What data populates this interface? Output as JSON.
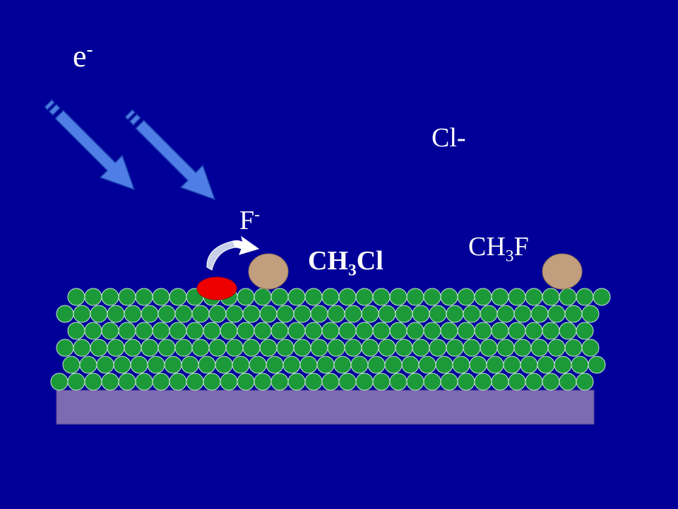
{
  "colors": {
    "background": "#000099",
    "text": "#ffffff",
    "arrow_fill": "#4f7ee6",
    "arrow_stroke": "#1a3fae",
    "atom_fill": "#1c9a3a",
    "atom_stroke": "#c8e8d0",
    "substrate": "#7e6ab2",
    "adsorbate_tan": "#c19e7e",
    "fluoride_red": "#ee0000"
  },
  "labels": {
    "electron": {
      "base": "e",
      "sup": "-"
    },
    "chloride_ion": "Cl-",
    "fluoride_ion": {
      "base": "F",
      "sup": "-"
    },
    "ch3cl": {
      "a": "CH",
      "sub": "3",
      "b": "Cl"
    },
    "ch3f": {
      "a": "CH",
      "sub": "3",
      "b": "F"
    }
  },
  "icons": {
    "electron_arrow": "electron-beam-arrow-icon",
    "transfer_arrow": "curved-transfer-arrow-icon"
  },
  "lattice": {
    "row_counts": [
      32,
      32,
      31,
      32,
      32,
      32
    ]
  }
}
